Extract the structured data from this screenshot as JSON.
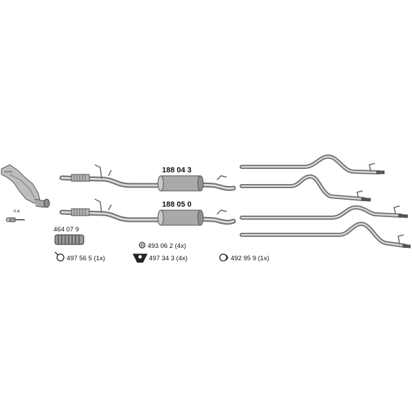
{
  "diagram": {
    "parts": {
      "front_pipe_1": "188 04 3",
      "front_pipe_2": "188 05 0",
      "flex_pipe": "464 07 9",
      "note": "n.a."
    },
    "accessories": {
      "clamp": "497 56 5 (1x)",
      "rubber_ring": "493 06 2 (4x)",
      "hanger": "497 34 3  (4x)",
      "clamp_2": "492 95 9 (1x)"
    }
  }
}
